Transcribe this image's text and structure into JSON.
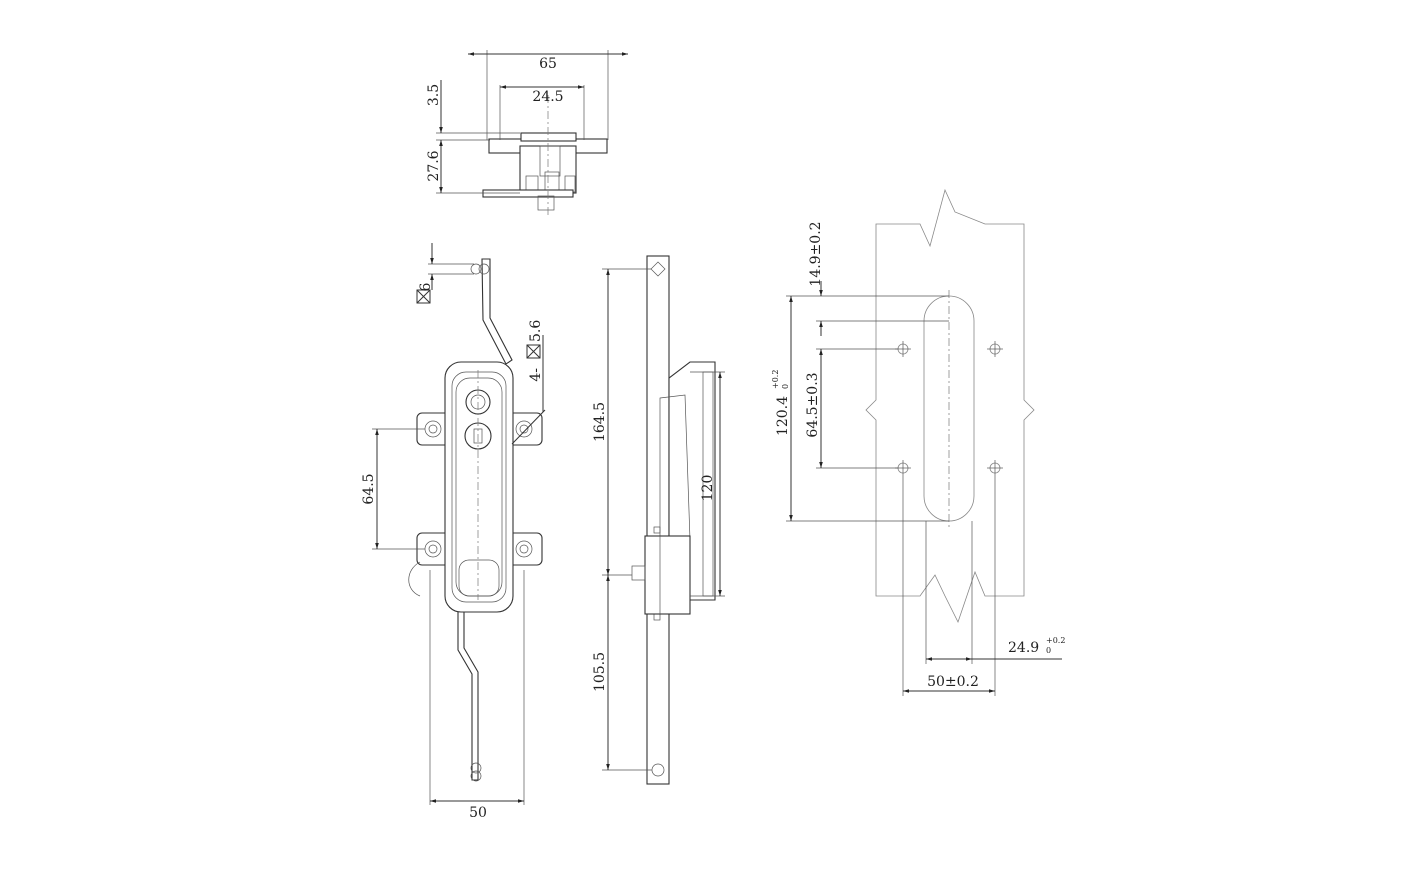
{
  "top_view": {
    "dim_width": "65",
    "dim_inner": "24.5",
    "dim_flange": "3.5",
    "dim_depth": "27.6"
  },
  "front_view": {
    "dim_square_end": "6",
    "dim_square_holes": "4-",
    "dim_square_holes_size": "5.6",
    "dim_hole_pitch": "64.5",
    "dim_width": "50"
  },
  "side_view": {
    "dim_upper": "164.5",
    "dim_lower": "105.5",
    "dim_body": "120"
  },
  "cutout_view": {
    "dim_top_offset": "14.9±0.2",
    "dim_slot_length": "120.4",
    "dim_slot_length_tol_upper": "+0.2",
    "dim_slot_length_tol_lower": "0",
    "dim_hole_pitch": "64.5±0.3",
    "dim_slot_width": "24.9",
    "dim_slot_width_tol_upper": "+0.2",
    "dim_slot_width_tol_lower": "0",
    "dim_hole_spacing": "50±0.2"
  }
}
